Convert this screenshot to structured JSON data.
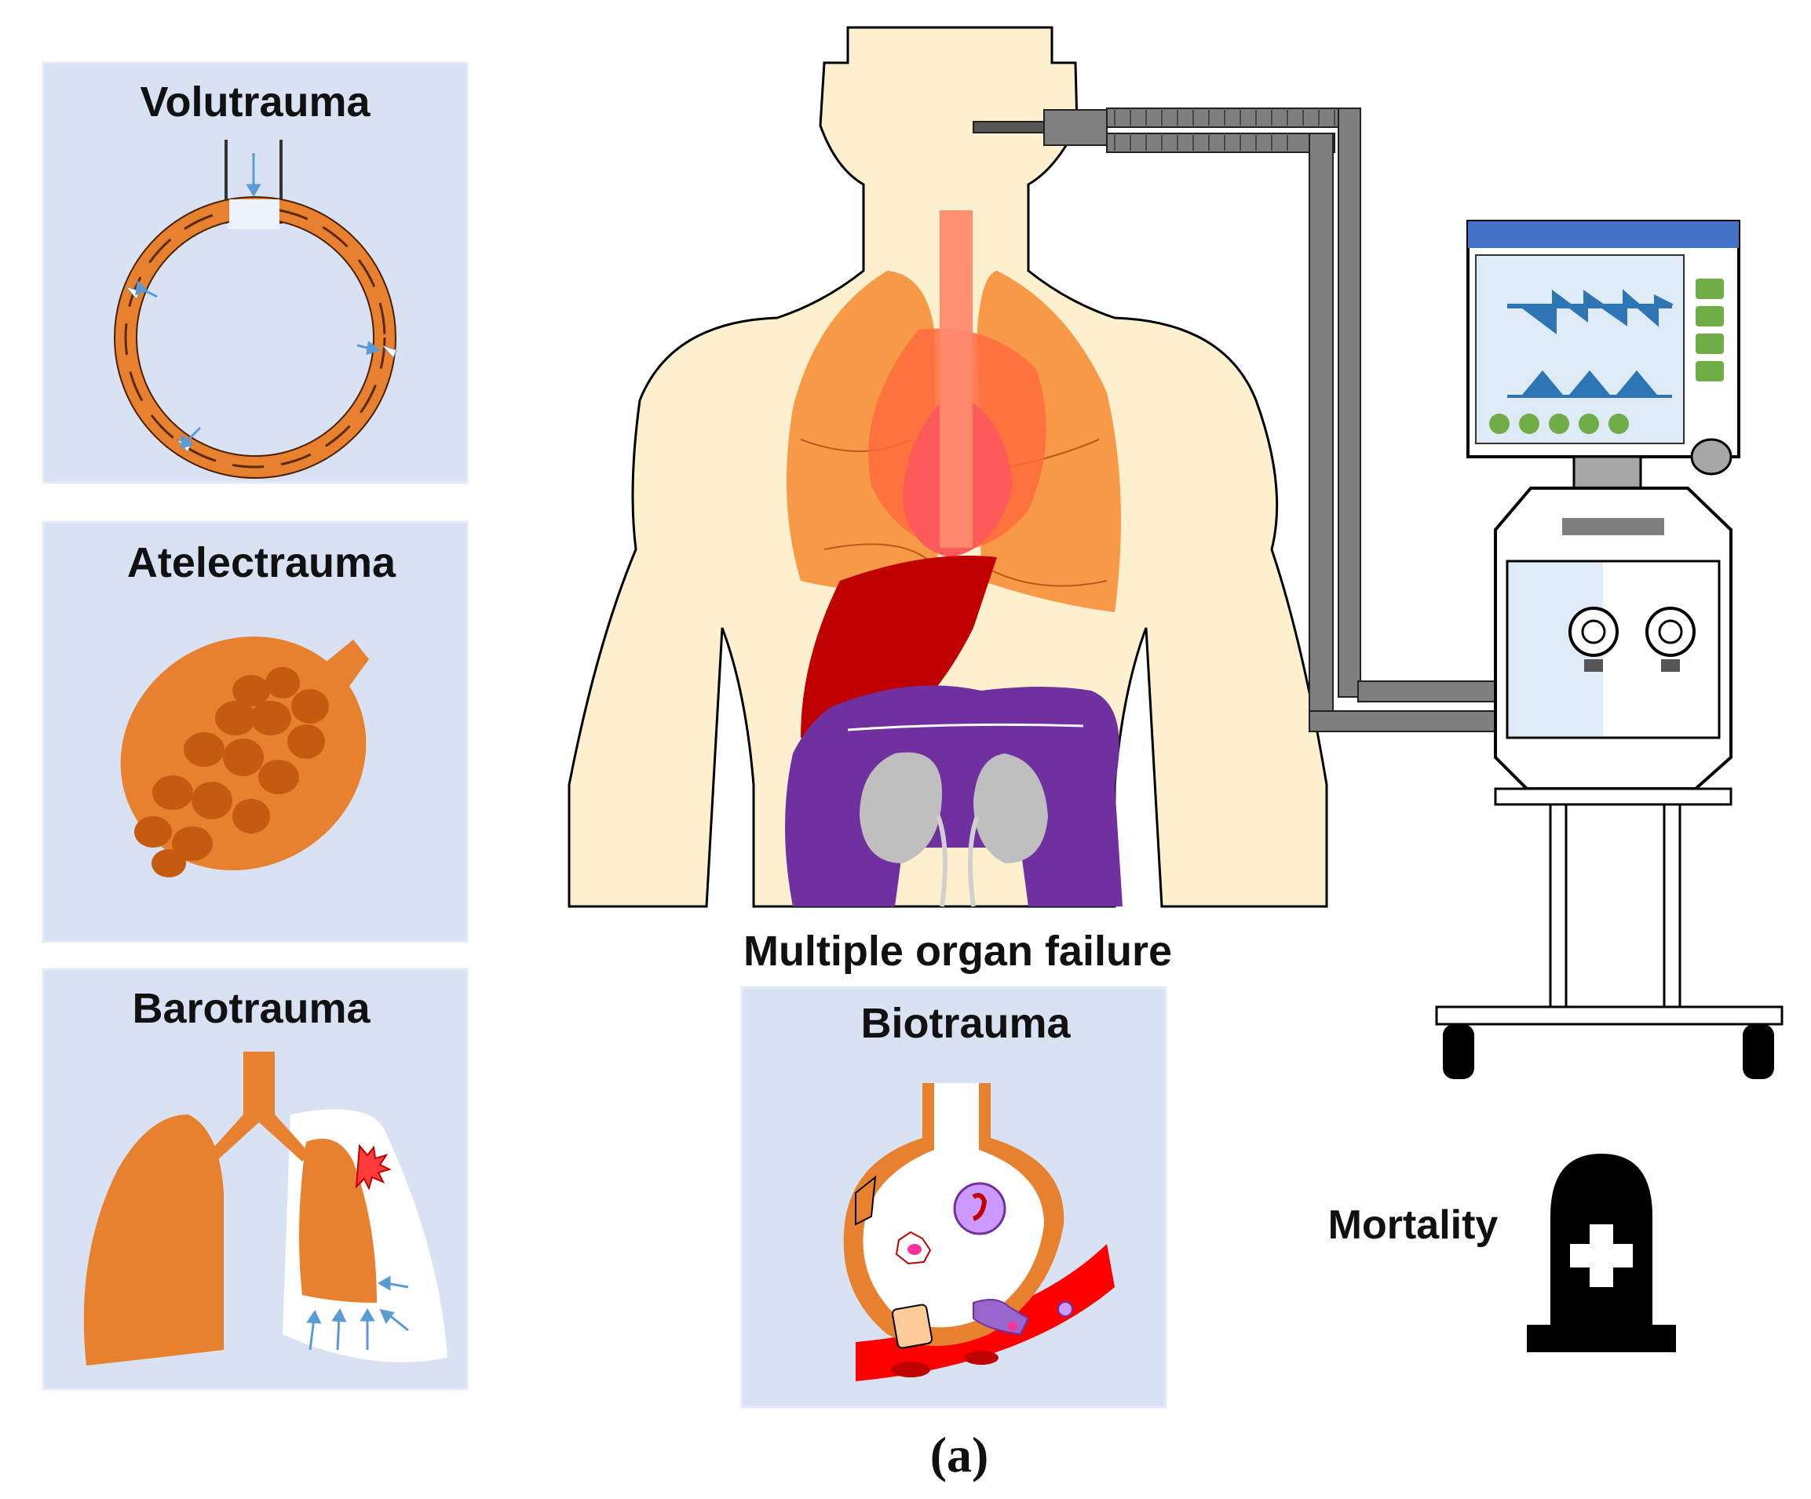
{
  "panels": {
    "volutrauma": "Volutrauma",
    "atelectrauma": "Atelectrauma",
    "barotrauma": "Barotrauma",
    "biotrauma": "Biotrauma"
  },
  "center_label": "Multiple organ failure",
  "mortality_label": "Mortality",
  "figure_caption": "(a)",
  "colors": {
    "panel_bg": "#d9e2f3",
    "alveolar_orange": "#e8812f",
    "body_skin": "#fdf0cf",
    "lung": "#f7943f",
    "heart": "#ff5a5a",
    "liver": "#c00000",
    "intestine": "#7030a0",
    "kidney": "#bfbfbf",
    "vessel_red": "#ff0000",
    "monitor_header": "#4472c4",
    "waveform_blue": "#2e75b6",
    "indicator_green": "#70ad47"
  },
  "icons": [
    "tombstone-cross-icon",
    "ventilator-machine-icon",
    "human-body-icon"
  ]
}
